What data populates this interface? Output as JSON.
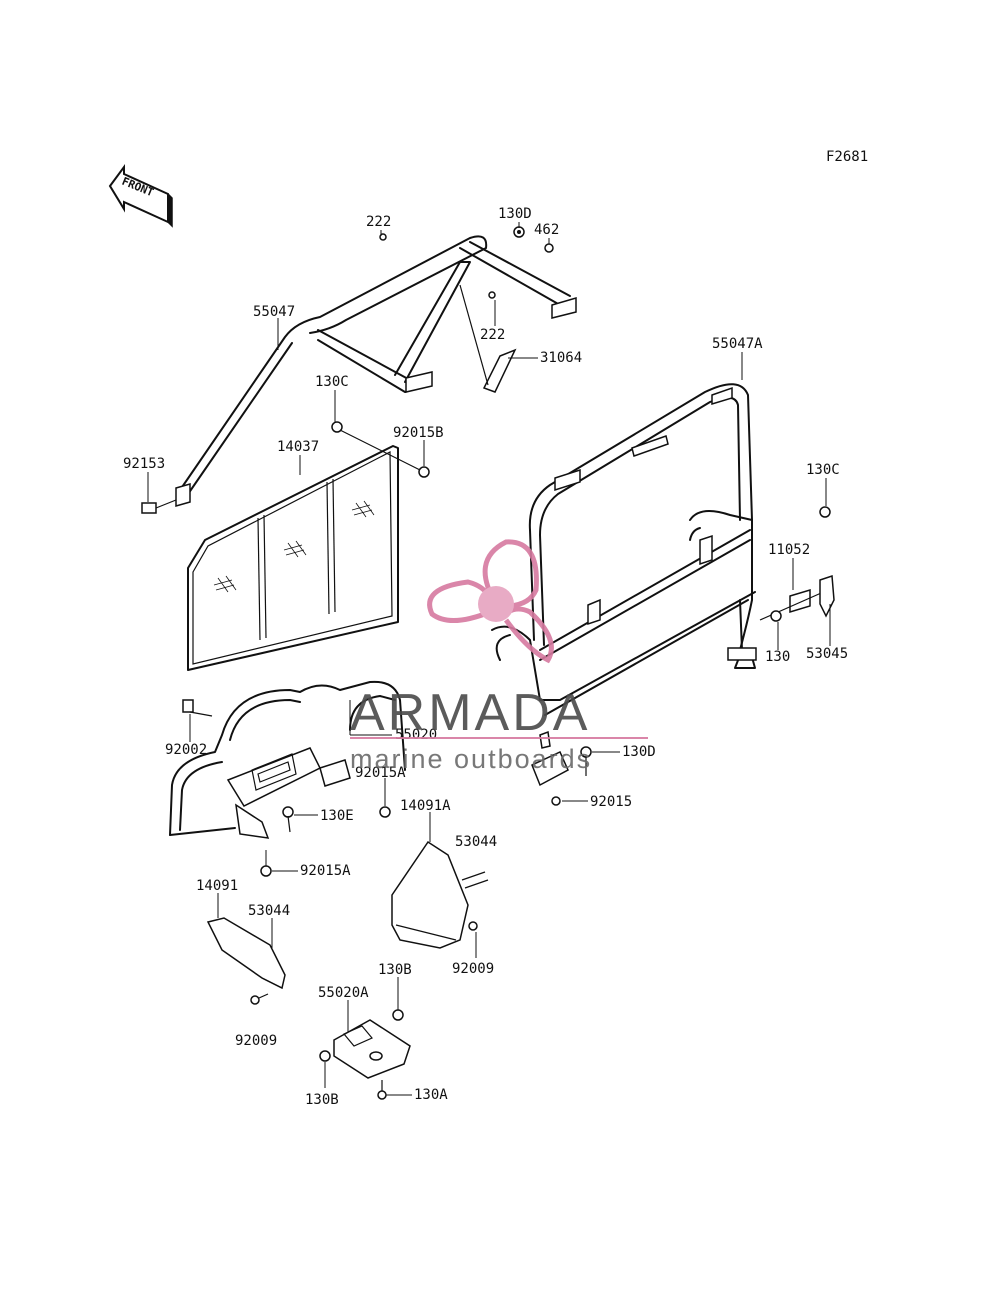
{
  "diagram_code": "F2681",
  "front_label": "FRONT",
  "watermark": {
    "brand": "ARMADA",
    "tagline": "marine outboards",
    "color": "#d77aa0"
  },
  "callouts": [
    {
      "id": "c222a",
      "text": "222"
    },
    {
      "id": "c130d-top",
      "text": "130D"
    },
    {
      "id": "c462",
      "text": "462"
    },
    {
      "id": "c222b",
      "text": "222"
    },
    {
      "id": "c55047",
      "text": "55047"
    },
    {
      "id": "c31064",
      "text": "31064"
    },
    {
      "id": "c55047a",
      "text": "55047A"
    },
    {
      "id": "c130c-left",
      "text": "130C"
    },
    {
      "id": "c92015b",
      "text": "92015B"
    },
    {
      "id": "c14037",
      "text": "14037"
    },
    {
      "id": "c92153",
      "text": "92153"
    },
    {
      "id": "c130c-right",
      "text": "130C"
    },
    {
      "id": "c11052",
      "text": "11052"
    },
    {
      "id": "c130",
      "text": "130"
    },
    {
      "id": "c53045",
      "text": "53045"
    },
    {
      "id": "c92002",
      "text": "92002"
    },
    {
      "id": "c55020",
      "text": "55020"
    },
    {
      "id": "c92015a-top",
      "text": "92015A"
    },
    {
      "id": "c130d-mid",
      "text": "130D"
    },
    {
      "id": "c130e",
      "text": "130E"
    },
    {
      "id": "c92015",
      "text": "92015"
    },
    {
      "id": "c14091a",
      "text": "14091A"
    },
    {
      "id": "c53044-right",
      "text": "53044"
    },
    {
      "id": "c92015a-bottom",
      "text": "92015A"
    },
    {
      "id": "c14091",
      "text": "14091"
    },
    {
      "id": "c53044-left",
      "text": "53044"
    },
    {
      "id": "c92009-right",
      "text": "92009"
    },
    {
      "id": "c130b-top",
      "text": "130B"
    },
    {
      "id": "c55020a",
      "text": "55020A"
    },
    {
      "id": "c92009-left",
      "text": "92009"
    },
    {
      "id": "c130b-bottom",
      "text": "130B"
    },
    {
      "id": "c130a",
      "text": "130A"
    }
  ]
}
